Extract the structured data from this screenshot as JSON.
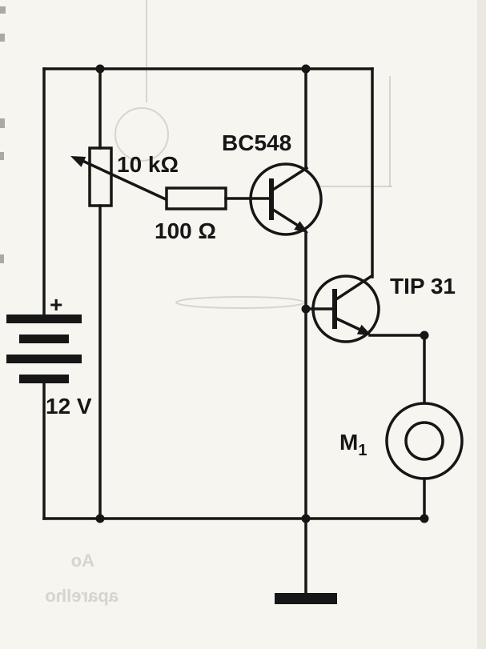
{
  "diagram": {
    "type": "circuit-schematic",
    "description": "DC motor control circuit with potentiometer, BC548 driver and TIP 31 power transistor",
    "labels": {
      "battery_plus": "+",
      "battery_voltage": "12 V",
      "potentiometer_value": "10 kΩ",
      "base_resistor_value": "100 Ω",
      "driver_transistor": "BC548",
      "power_transistor": "TIP 31",
      "motor_name": "M",
      "motor_subscript": "1"
    },
    "artifacts": {
      "showthrough_line1": "Ao",
      "showthrough_line2": "aparelho"
    },
    "colors": {
      "ink": "#161616",
      "paper": "#f7f5ef",
      "artifact": "#aaa49a"
    }
  }
}
